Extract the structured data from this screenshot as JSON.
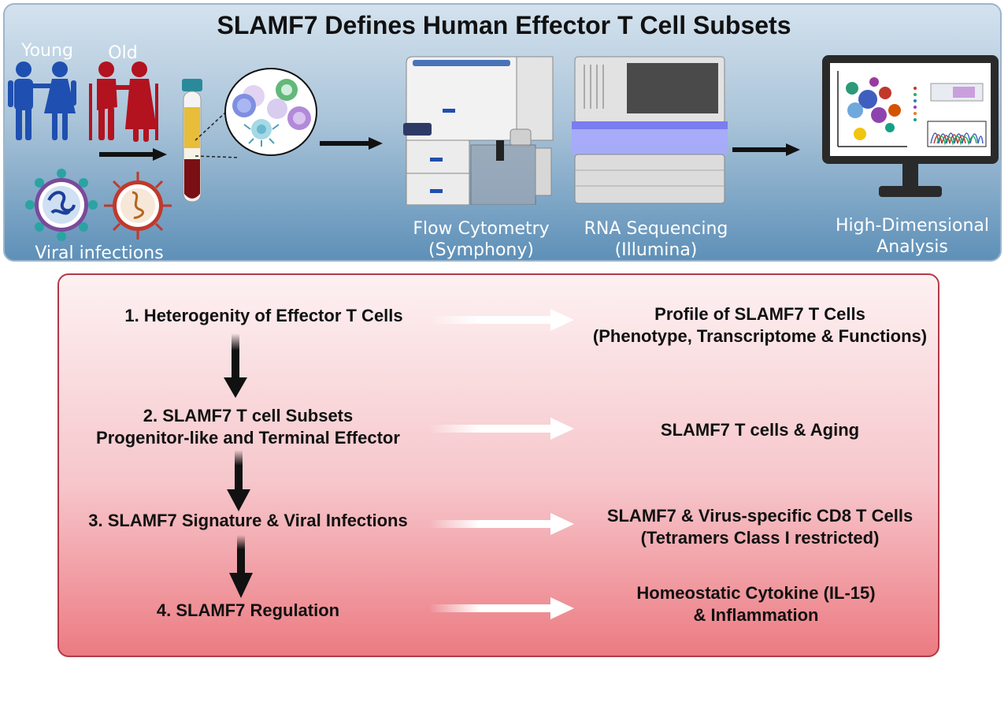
{
  "title": "SLAMF7 Defines Human Effector T Cell Subsets",
  "top_labels": {
    "young": "Young",
    "old": "Old",
    "viral_infections": "Viral infections",
    "flow_cytometry": [
      "Flow Cytometry",
      "(Symphony)"
    ],
    "rna_sequencing": [
      "RNA Sequencing",
      "(Illumina)"
    ],
    "high_dimensional": [
      "High-Dimensional",
      "Analysis"
    ]
  },
  "steps": [
    [
      "1.  Heterogenity of Effector T Cells"
    ],
    [
      "2. SLAMF7 T cell Subsets",
      "Progenitor-like and Terminal Effector"
    ],
    [
      "3. SLAMF7 Signature & Viral Infections"
    ],
    [
      "4. SLAMF7 Regulation"
    ]
  ],
  "outcomes": [
    [
      "Profile of SLAMF7 T Cells",
      "(Phenotype, Transcriptome & Functions)"
    ],
    [
      "SLAMF7 T cells & Aging"
    ],
    [
      "SLAMF7 & Virus-specific CD8 T Cells",
      "(Tetramers Class I restricted)"
    ],
    [
      "Homeostatic Cytokine (IL-15)",
      "& Inflammation"
    ]
  ],
  "colors": {
    "top_panel_border": "#9db5cc",
    "bottom_panel_border": "#b23a48",
    "young_figures": "#1f4fb0",
    "old_figures": "#b3121f",
    "arrow_dark": "#111111",
    "arrow_light": "#ffffff"
  },
  "icons": [
    "young-couple-icon",
    "old-couple-icon",
    "virus-icon",
    "blood-tube-icon",
    "cells-icon",
    "flow-cytometer-icon",
    "sequencer-icon",
    "monitor-icon"
  ]
}
